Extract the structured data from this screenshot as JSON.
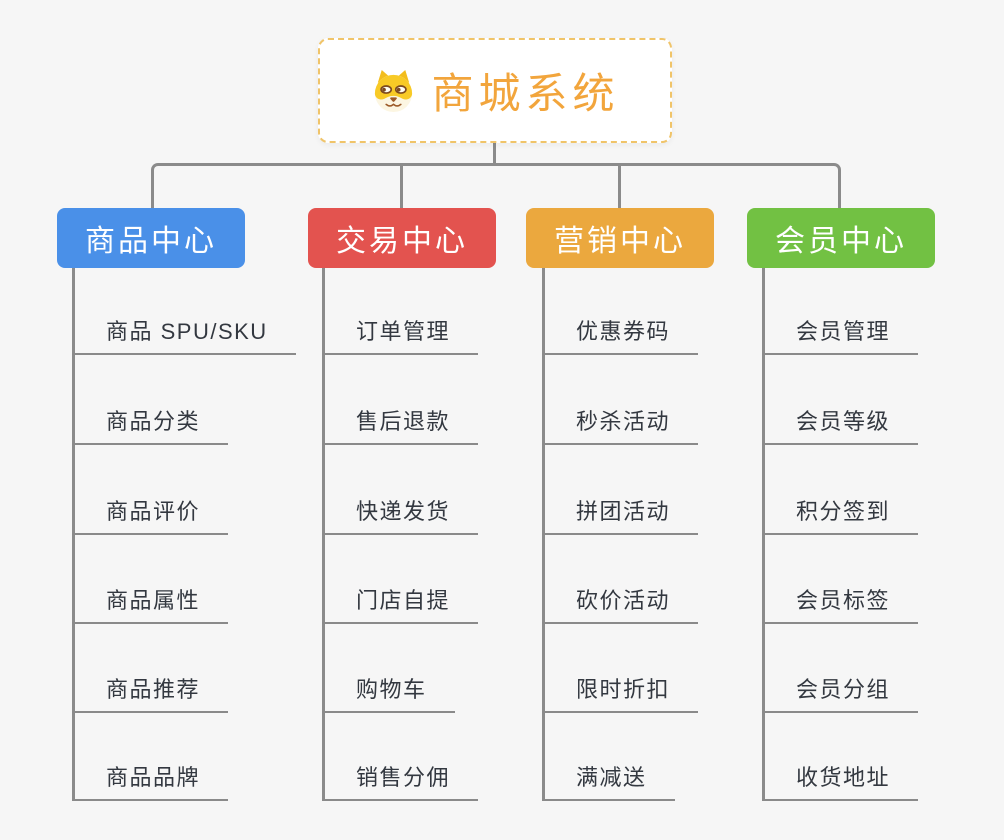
{
  "root": {
    "title": "商城系统",
    "icon": "shiba-dog-icon"
  },
  "branches": [
    {
      "id": "product-center",
      "label": "商品中心",
      "color": "#4a90e8",
      "children": [
        "商品 SPU/SKU",
        "商品分类",
        "商品评价",
        "商品属性",
        "商品推荐",
        "商品品牌"
      ]
    },
    {
      "id": "trade-center",
      "label": "交易中心",
      "color": "#e3534f",
      "children": [
        "订单管理",
        "售后退款",
        "快递发货",
        "门店自提",
        "购物车",
        "销售分佣"
      ]
    },
    {
      "id": "marketing-center",
      "label": "营销中心",
      "color": "#eba83e",
      "children": [
        "优惠券码",
        "秒杀活动",
        "拼团活动",
        "砍价活动",
        "限时折扣",
        "满减送"
      ]
    },
    {
      "id": "member-center",
      "label": "会员中心",
      "color": "#72c143",
      "children": [
        "会员管理",
        "会员等级",
        "积分签到",
        "会员标签",
        "会员分组",
        "收货地址"
      ]
    }
  ],
  "colors": {
    "background": "#f6f6f6",
    "root_title": "#f2a53c",
    "root_border": "#f0c469",
    "connector": "#8b8b8b",
    "item_text": "#333840"
  }
}
